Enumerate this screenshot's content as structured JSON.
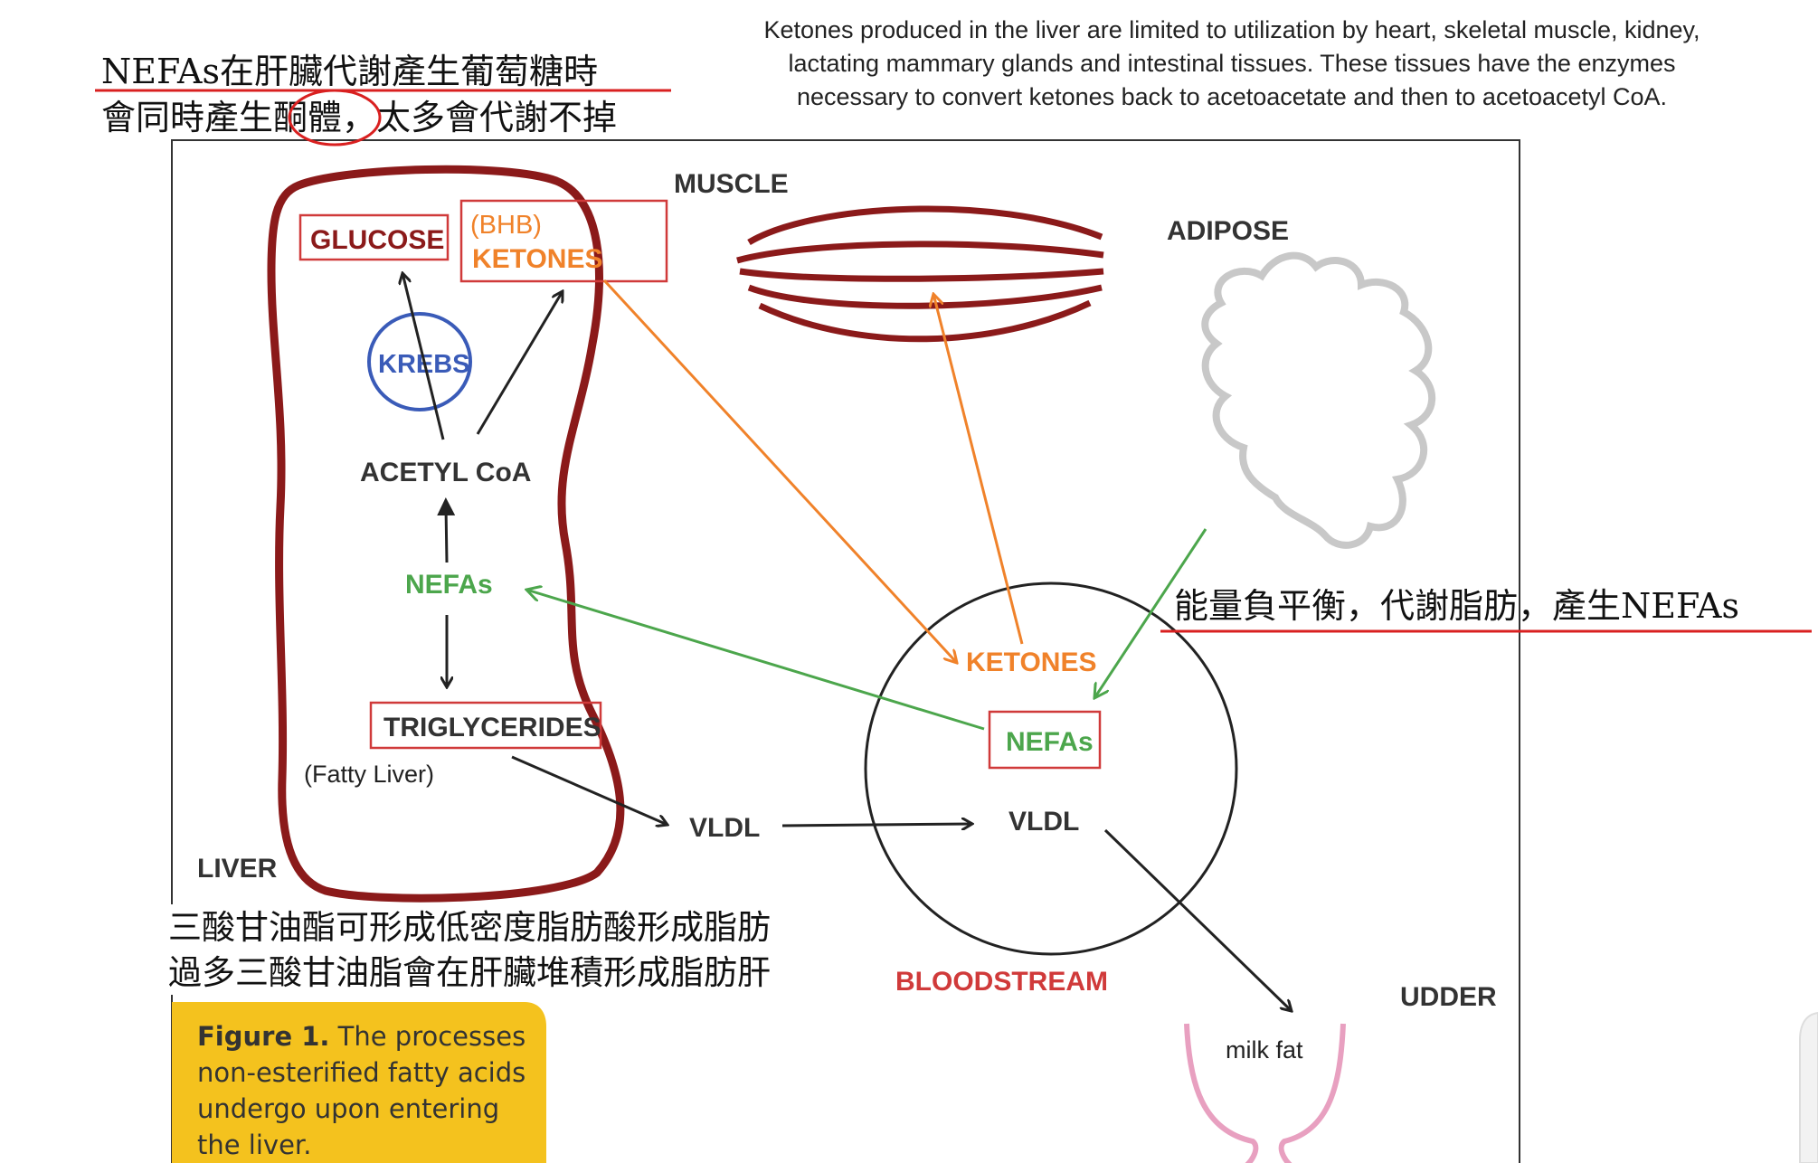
{
  "colors": {
    "liver": "#8b1a1a",
    "muscle": "#8b1a1a",
    "ketone": "#f0822a",
    "nefa": "#4ca64c",
    "red_label": "#d03a3a",
    "krebs": "#3a5bb8",
    "adipose": "#c8c8c8",
    "udder": "#e8a0c0",
    "caption_bg": "#f4c21e",
    "underline": "#d92020",
    "text": "#222222"
  },
  "top_note": {
    "line1": "Ketones produced in the liver are limited to utilization by heart, skeletal muscle, kidney,",
    "line2": "lactating mammary glands and intestinal tissues. These tissues have the enzymes",
    "line3": "necessary to convert ketones back to acetoacetate and then to acetoacetyl CoA."
  },
  "annot_nefa_liver": {
    "line1": "NEFAs在肝臟代謝產生葡萄糖時",
    "line2_a": "會同時產生",
    "line2_circled": "酮體",
    "line2_b": "，太多會代謝不掉"
  },
  "annot_energy": "能量負平衡，代謝脂肪，產生NEFAs",
  "annot_triglyceride": {
    "line1": "三酸甘油酯可形成低密度脂肪酸形成脂肪",
    "line2": "過多三酸甘油脂會在肝臟堆積形成脂肪肝"
  },
  "labels": {
    "muscle": "MUSCLE",
    "adipose": "ADIPOSE",
    "liver": "LIVER",
    "bloodstream": "BLOODSTREAM",
    "udder": "UDDER",
    "glucose": "GLUCOSE",
    "bhb": "(BHB)",
    "ketones_liver": "KETONES",
    "krebs": "KREBS",
    "acetyl_coa": "ACETYL CoA",
    "nefas_liver": "NEFAs",
    "triglycerides": "TRIGLYCERIDES",
    "fatty_liver": "(Fatty Liver)",
    "vldl_mid": "VLDL",
    "ketones_blood": "KETONES",
    "nefas_blood": "NEFAs",
    "vldl_blood": "VLDL",
    "milk_fat": "milk fat"
  },
  "caption": {
    "bold": "Figure 1.",
    "line1": " The processes",
    "line2": "non-esterified fatty acids",
    "line3": "undergo upon entering",
    "line4": "the liver."
  }
}
